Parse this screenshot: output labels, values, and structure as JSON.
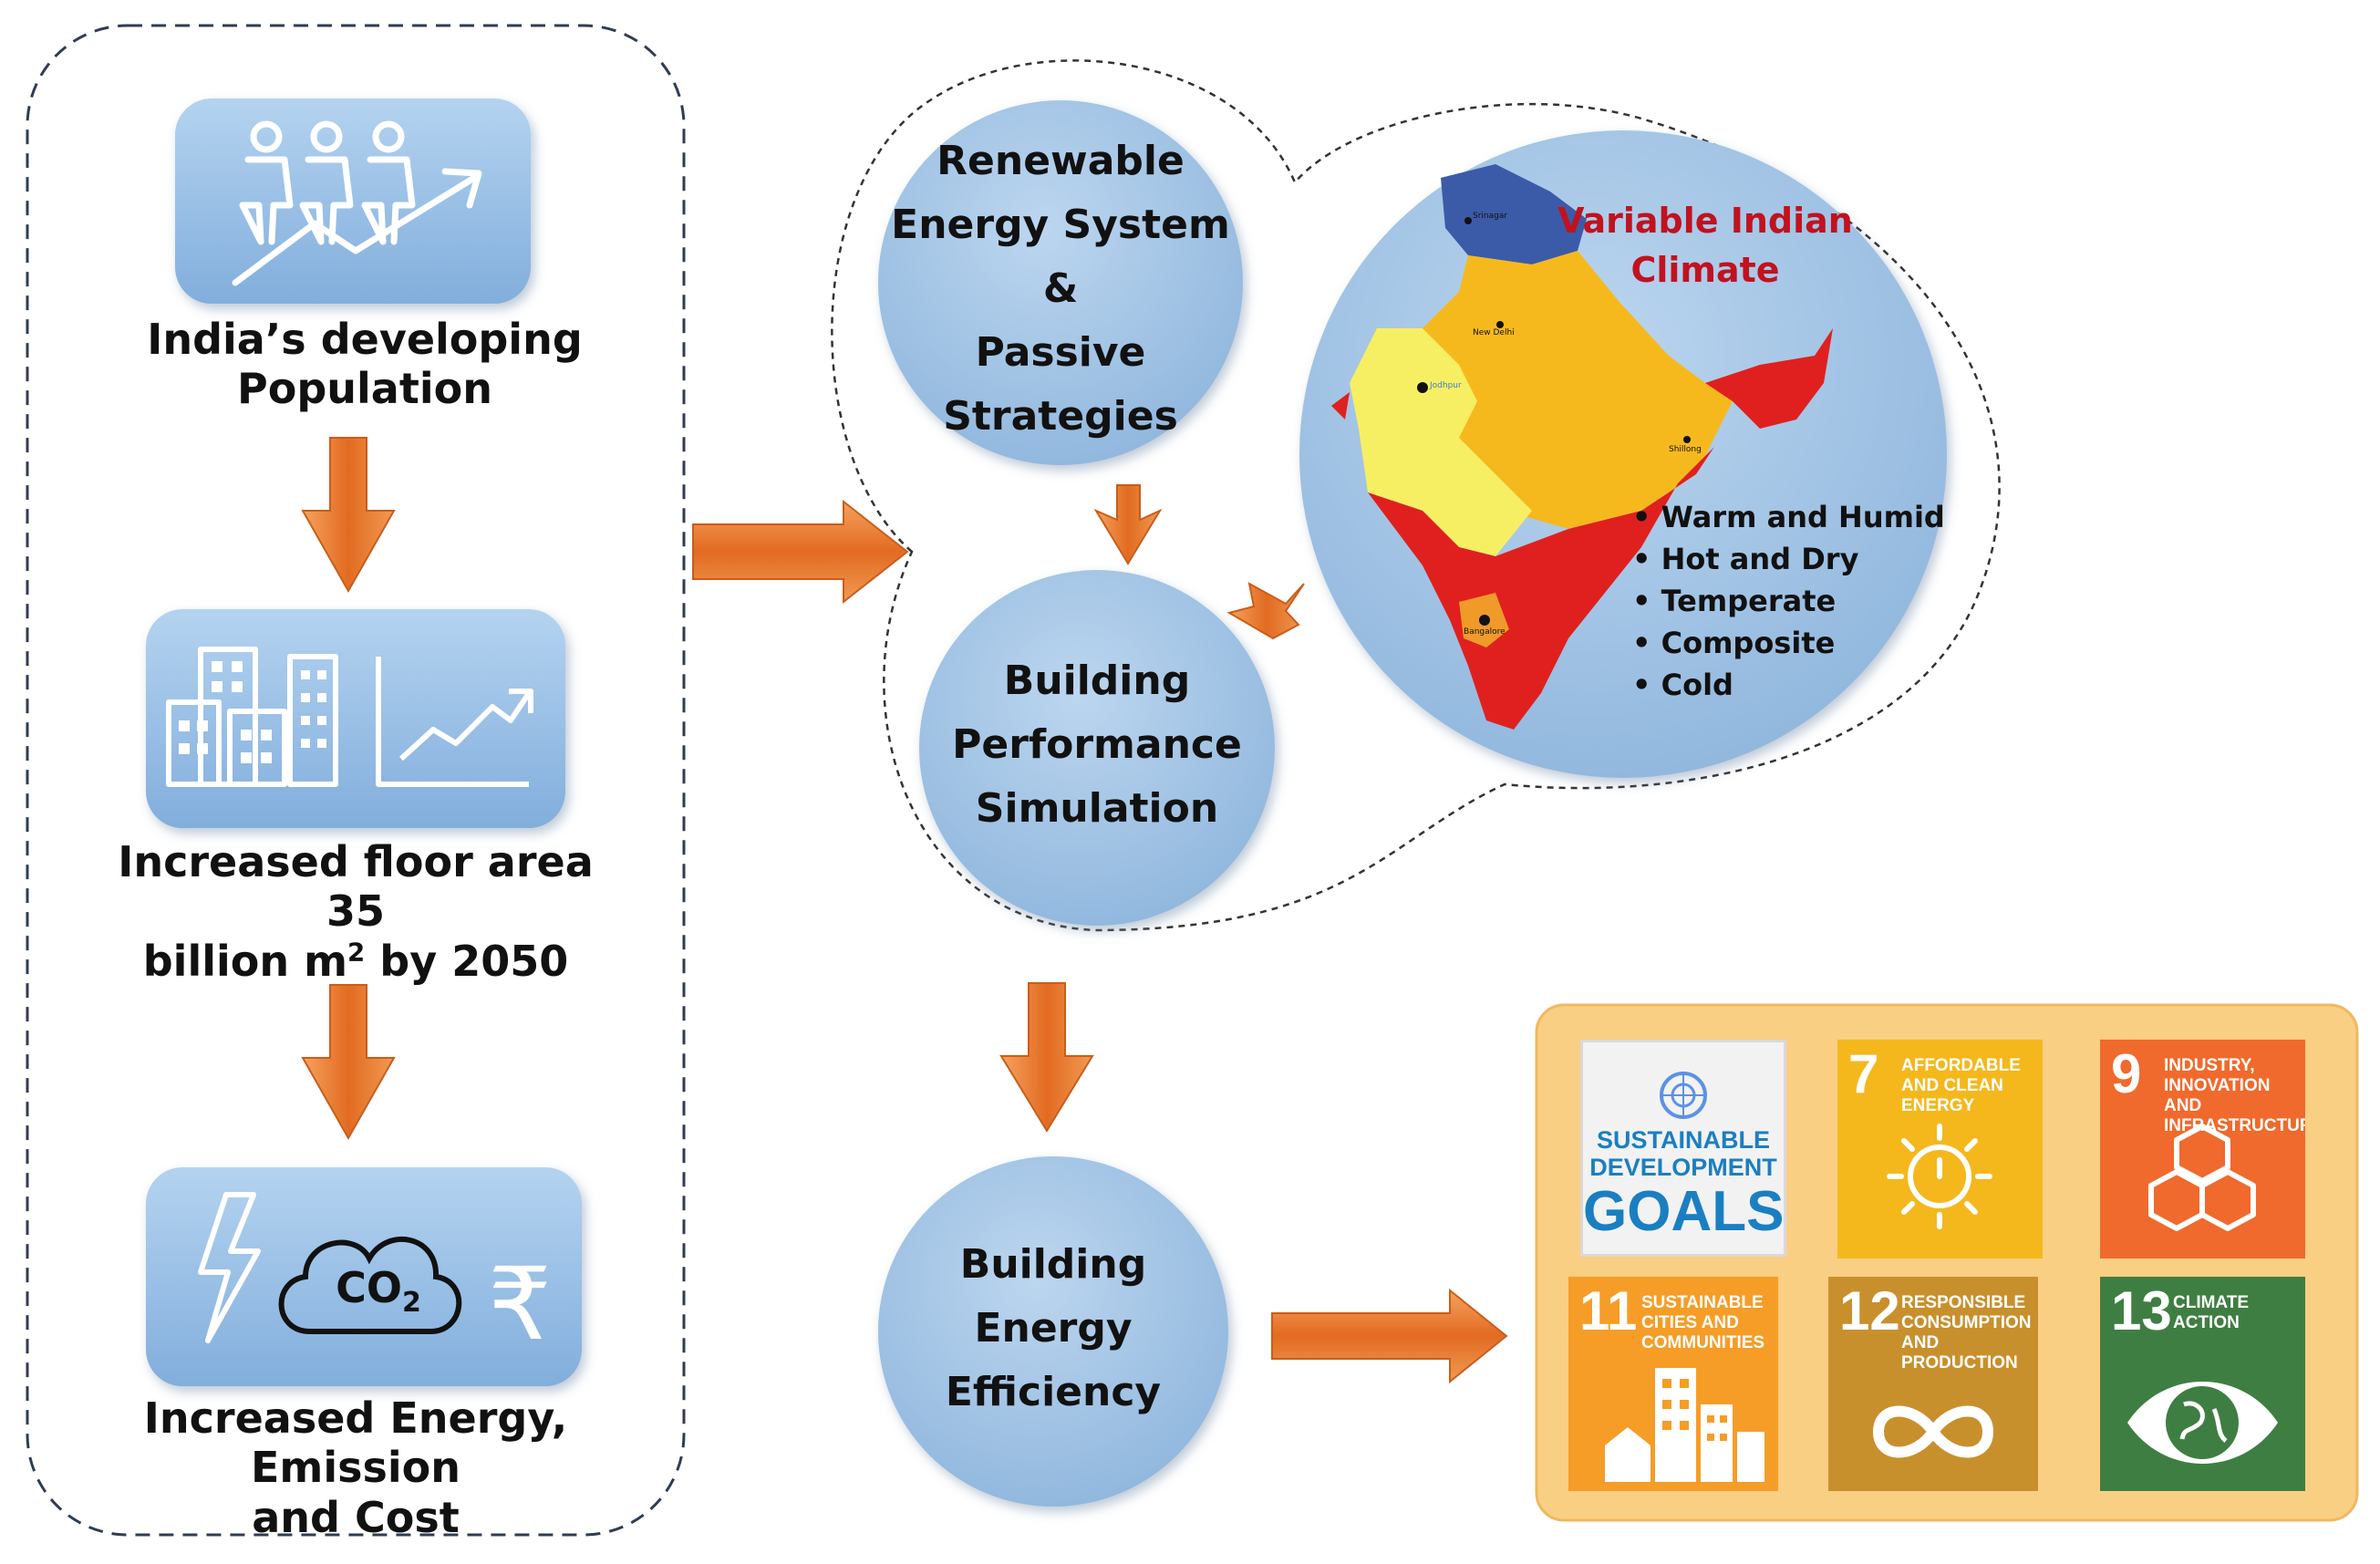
{
  "left_column": {
    "population_label": "India’s developing Population",
    "floor_area_label_a": "Increased floor area 35",
    "floor_area_label_b": "billion m",
    "floor_area_sup": "2",
    "floor_area_label_c": " by 2050",
    "energy_label_a": "Increased Energy, Emission",
    "energy_label_b": "and Cost",
    "co2_text": "CO",
    "co2_sub": "2",
    "rupee_symbol": "₹"
  },
  "center": {
    "renewable_lines": [
      "Renewable",
      "Energy System",
      "&",
      "Passive",
      "Strategies"
    ],
    "simulation_lines": [
      "Building",
      "Performance",
      "Simulation"
    ],
    "efficiency_lines": [
      "Building",
      "Energy",
      "Efficiency"
    ]
  },
  "climate": {
    "title_lines": [
      "Variable Indian",
      "Climate"
    ],
    "zones": [
      "Warm and Humid",
      "Hot and Dry",
      "Temperate",
      "Composite",
      "Cold"
    ],
    "city_labels": [
      "Srinagar",
      "New Delhi",
      "Jodhpur",
      "Shillong",
      "Bangalore"
    ]
  },
  "sdg": {
    "logo_lines": [
      "SUSTAINABLE",
      "DEVELOPMENT",
      "GOALS"
    ],
    "goals": [
      {
        "number": "7",
        "title": "Affordable and clean energy",
        "color": "#f4b81d",
        "icon": "sun-power-icon"
      },
      {
        "number": "9",
        "title": "Industry, innovation and infrastructure",
        "color": "#ef6a2c",
        "icon": "cubes-icon"
      },
      {
        "number": "11",
        "title": "Sustainable cities and communities",
        "color": "#f59d27",
        "icon": "city-icon"
      },
      {
        "number": "12",
        "title": "Responsible consumption and production",
        "color": "#c8902d",
        "icon": "infinity-icon"
      },
      {
        "number": "13",
        "title": "Climate action",
        "color": "#3f7e42",
        "icon": "eye-globe-icon"
      }
    ]
  },
  "colors": {
    "circle_fill": "#a9c8e6",
    "box_fill": "#9cc3e8",
    "arrow": "#e5732c",
    "climate_title": "#c1121f",
    "sdg_panel": "#f9cf84",
    "map_warm_humid": "#e0201e",
    "map_hot_dry": "#f7ef63",
    "map_composite": "#f6b91d",
    "map_cold": "#3b5ba8"
  }
}
